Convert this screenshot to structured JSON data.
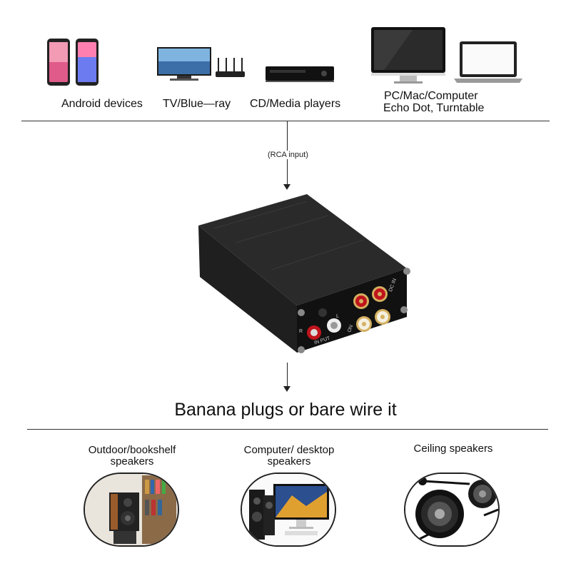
{
  "sources": [
    {
      "label": "Android devices"
    },
    {
      "label": "TV/Blue—ray"
    },
    {
      "label": "CD/Media players"
    },
    {
      "label_line1": "PC/Mac/Computer",
      "label_line2": "Echo Dot, Turntable"
    }
  ],
  "input_note": "(RCA input)",
  "amplifier": {
    "jack_r": "R",
    "jack_l": "L",
    "input_label": "IN PUT",
    "dc_label": "DC IN",
    "on_label": "ON"
  },
  "output_title": "Banana plugs or bare wire it",
  "outputs": [
    {
      "label_line1": "Outdoor/bookshelf",
      "label_line2": "speakers"
    },
    {
      "label_line1": "Computer/ desktop",
      "label_line2": "speakers"
    },
    {
      "label_line1": "Ceiling speakers",
      "label_line2": ""
    }
  ],
  "colors": {
    "line": "#333333",
    "device_dark": "#1a1a1a",
    "rca_red": "#c0141c",
    "gold": "#d4b060"
  }
}
